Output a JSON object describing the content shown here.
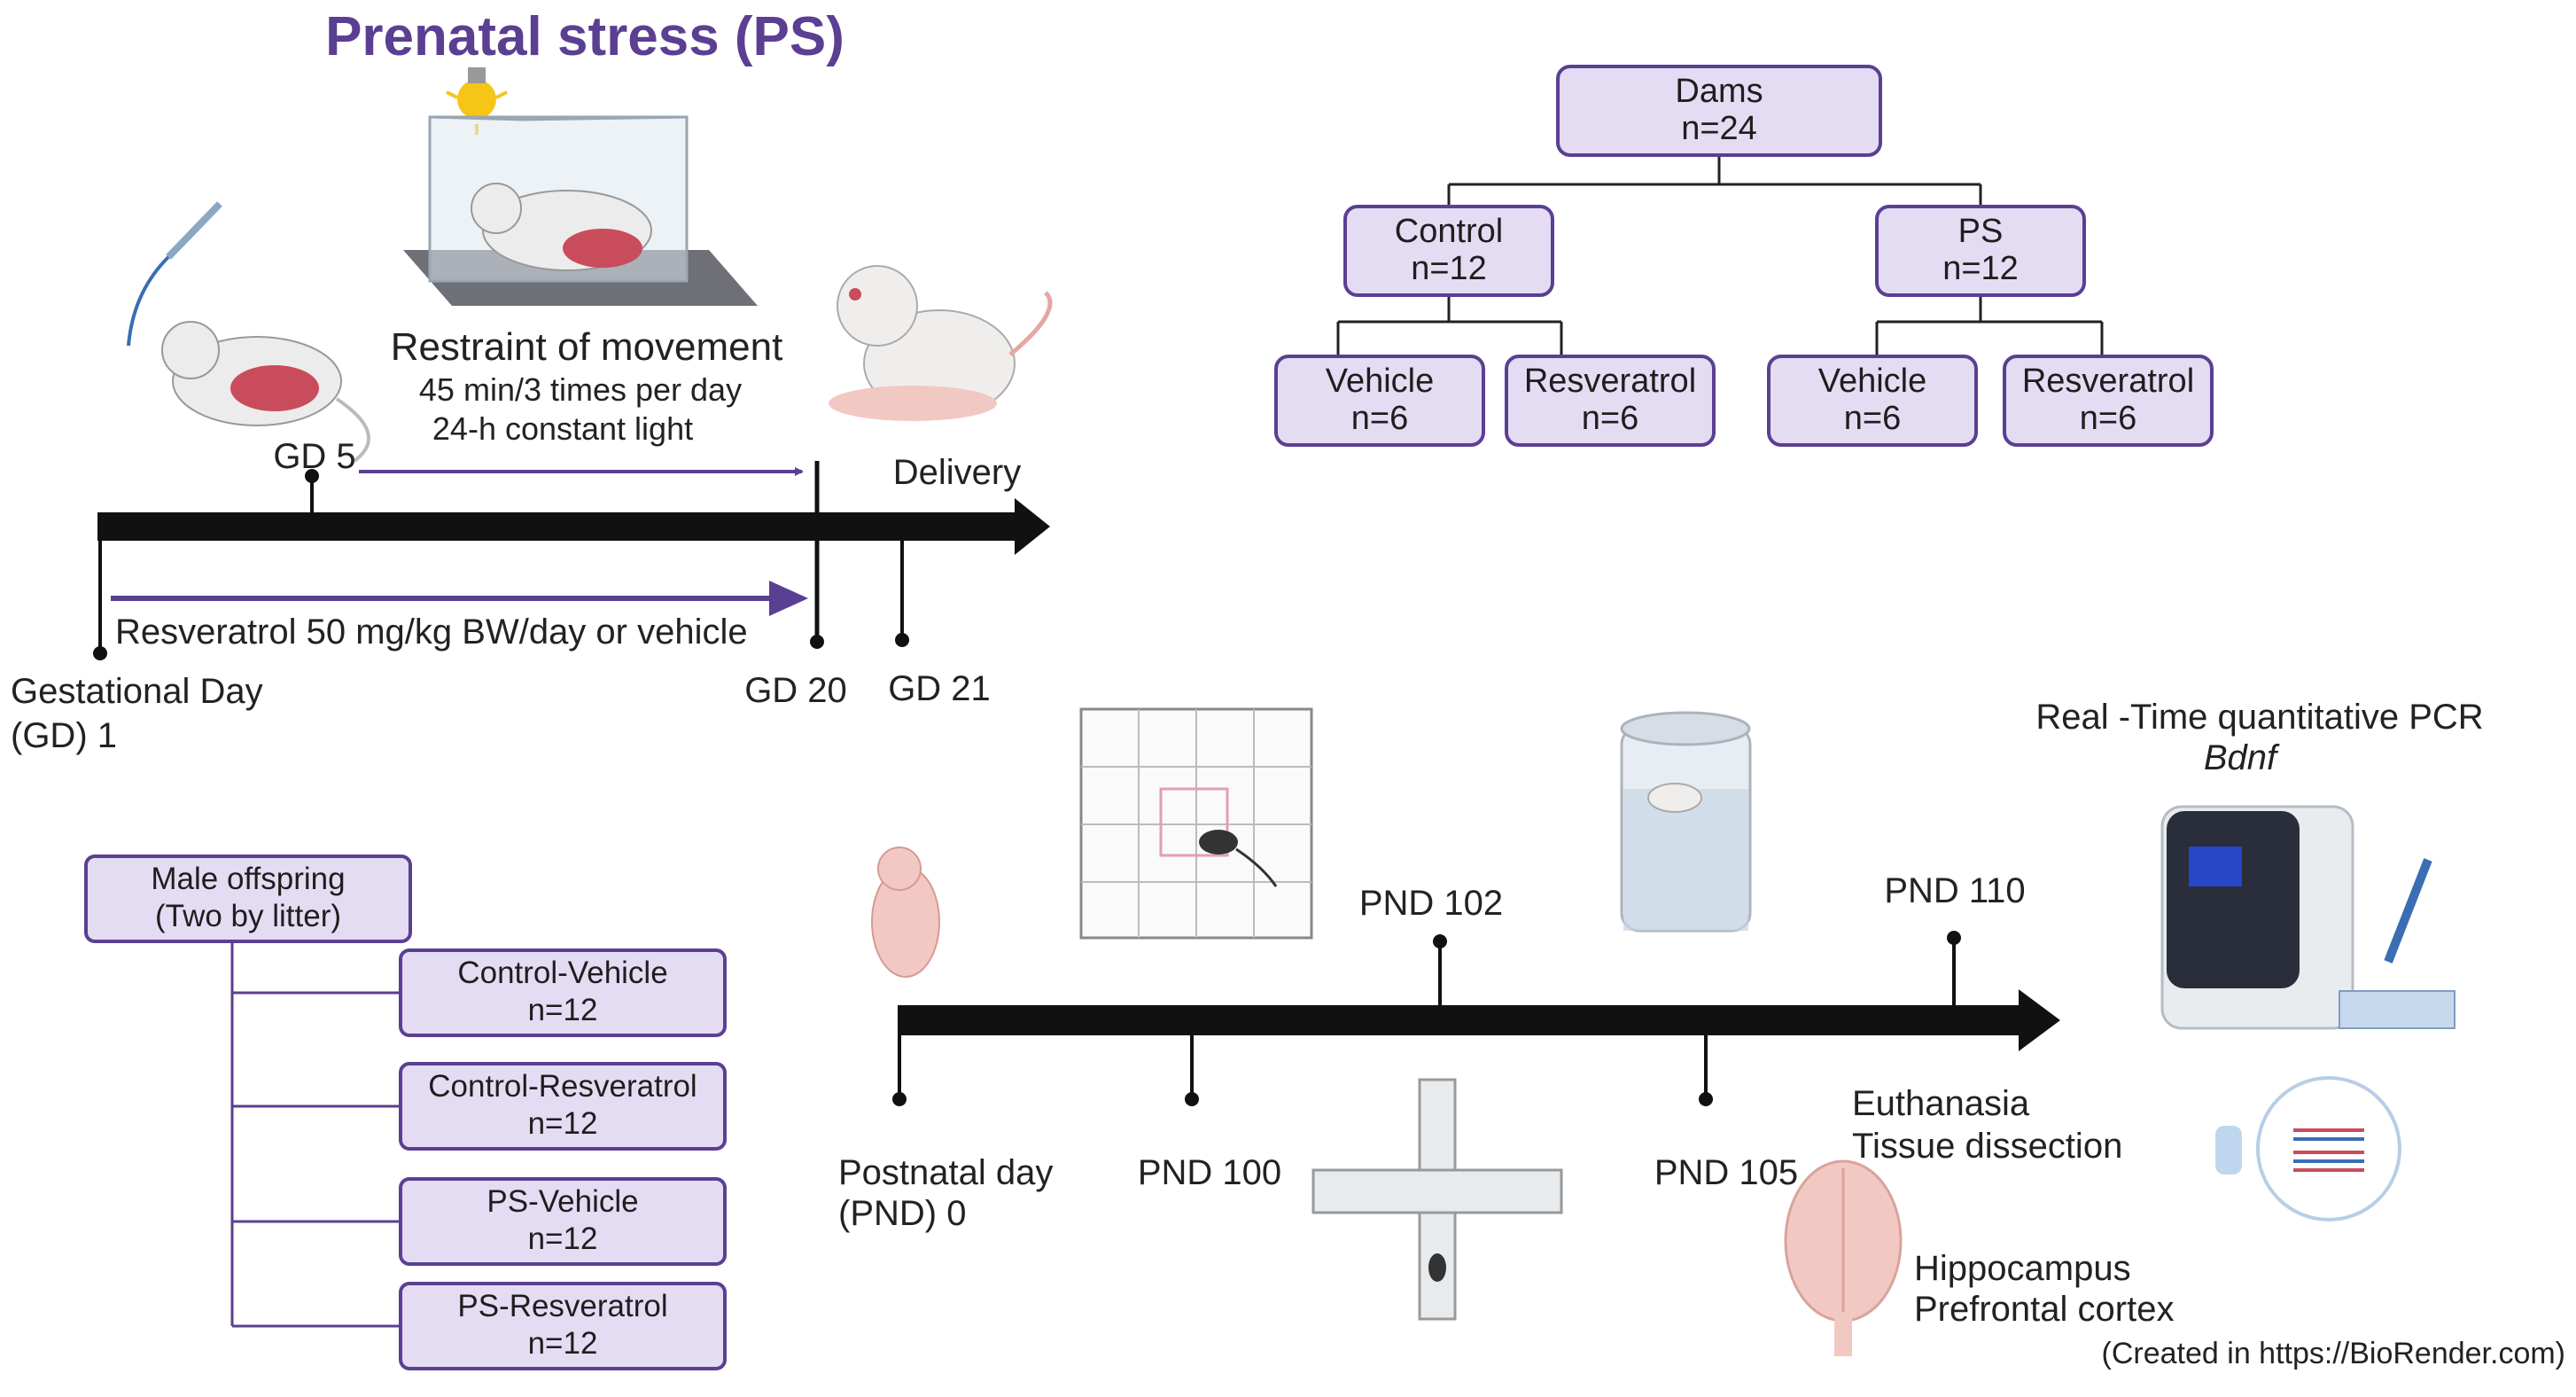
{
  "title": "Prenatal stress (PS)",
  "stress_protocol": {
    "heading": "Restraint of movement",
    "line1": "45 min/3 times per day",
    "line2": "24-h constant light"
  },
  "gestation_timeline": {
    "gd5": "GD 5",
    "delivery": "Delivery",
    "treatment": "Resveratrol 50 mg/kg BW/day or vehicle",
    "gd1_line1": "Gestational Day",
    "gd1_line2": "(GD) 1",
    "gd20": "GD 20",
    "gd21": "GD 21"
  },
  "dams_tree": {
    "root": {
      "line1": "Dams",
      "line2": "n=24"
    },
    "control": {
      "line1": "Control",
      "line2": "n=12"
    },
    "ps": {
      "line1": "PS",
      "line2": "n=12"
    },
    "leaves": [
      {
        "line1": "Vehicle",
        "line2": "n=6"
      },
      {
        "line1": "Resveratrol",
        "line2": "n=6"
      },
      {
        "line1": "Vehicle",
        "line2": "n=6"
      },
      {
        "line1": "Resveratrol",
        "line2": "n=6"
      }
    ]
  },
  "offspring": {
    "header": {
      "line1": "Male offspring",
      "line2": "(Two by litter)"
    },
    "groups": [
      {
        "line1": "Control-Vehicle",
        "line2": "n=12"
      },
      {
        "line1": "Control-Resveratrol",
        "line2": "n=12"
      },
      {
        "line1": "PS-Vehicle",
        "line2": "n=12"
      },
      {
        "line1": "PS-Resveratrol",
        "line2": "n=12"
      }
    ]
  },
  "postnatal_timeline": {
    "pnd0_line1": "Postnatal day",
    "pnd0_line2": "(PND) 0",
    "pnd100": "PND 100",
    "pnd102": "PND 102",
    "pnd105": "PND 105",
    "pnd110": "PND 110"
  },
  "pcr": {
    "line1": "Real -Time quantitative PCR",
    "gene": "Bdnf"
  },
  "euthanasia": {
    "line1": "Euthanasia",
    "line2": "Tissue dissection"
  },
  "tissues": {
    "line1": "Hippocampus",
    "line2": "Prefrontal cortex"
  },
  "credit": "(Created in  https://BioRender.com)",
  "colors": {
    "accent": "#5b3f92",
    "box_fill": "#e4dcf3",
    "box_stroke": "#5b3f92",
    "timeline": "#111111"
  }
}
